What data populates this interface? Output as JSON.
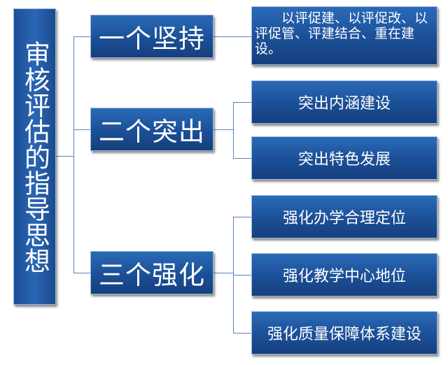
{
  "root": {
    "label": "审核评估的指导思想"
  },
  "branches": [
    {
      "label": "一个坚持",
      "children": [
        "以评促建、以评促改、以评促管、评建结合、重在建设。"
      ]
    },
    {
      "label": "二个突出",
      "children": [
        "突出内涵建设",
        "突出特色发展"
      ]
    },
    {
      "label": "三个强化",
      "children": [
        "强化办学合理定位",
        "强化教学中心地位",
        "强化质量保障体系建设"
      ]
    }
  ],
  "colors": {
    "box": "#1f5aa6",
    "line": "#5a83bf",
    "text": "#ffffff"
  }
}
